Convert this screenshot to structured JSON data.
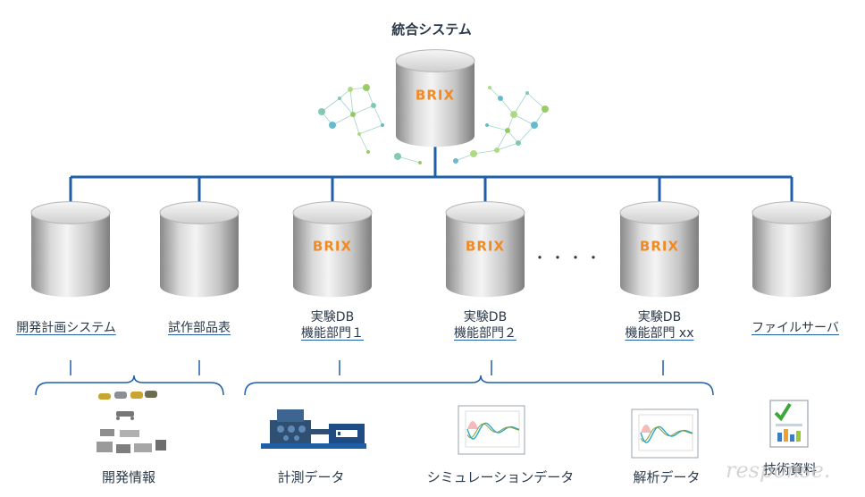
{
  "diagram": {
    "title": "統合システム",
    "brand_logo": "BRIX",
    "databases": [
      {
        "label": "開発計画システム",
        "branded": false
      },
      {
        "label": "試作部品表",
        "branded": false
      },
      {
        "label_line1": "実験DB",
        "label_line2": "機能部門１",
        "branded": true
      },
      {
        "label_line1": "実験DB",
        "label_line2": "機能部門２",
        "branded": true
      },
      {
        "label_line1": "実験DB",
        "label_line2": "機能部門 xx",
        "branded": true
      },
      {
        "label": "ファイルサーバ",
        "branded": false
      }
    ],
    "ellipsis": "・・・・",
    "outputs": {
      "dev_info": "開発情報",
      "measurement": "計測データ",
      "simulation": "シミュレーションデータ",
      "analysis": "解析データ",
      "tech_docs": "技術資料"
    },
    "watermark": "response.",
    "colors": {
      "connector": "#1f5fa8",
      "brand_orange": "#f08a24",
      "cylinder_light": "#e6e6e6",
      "cylinder_dark": "#8e8e8e"
    }
  }
}
